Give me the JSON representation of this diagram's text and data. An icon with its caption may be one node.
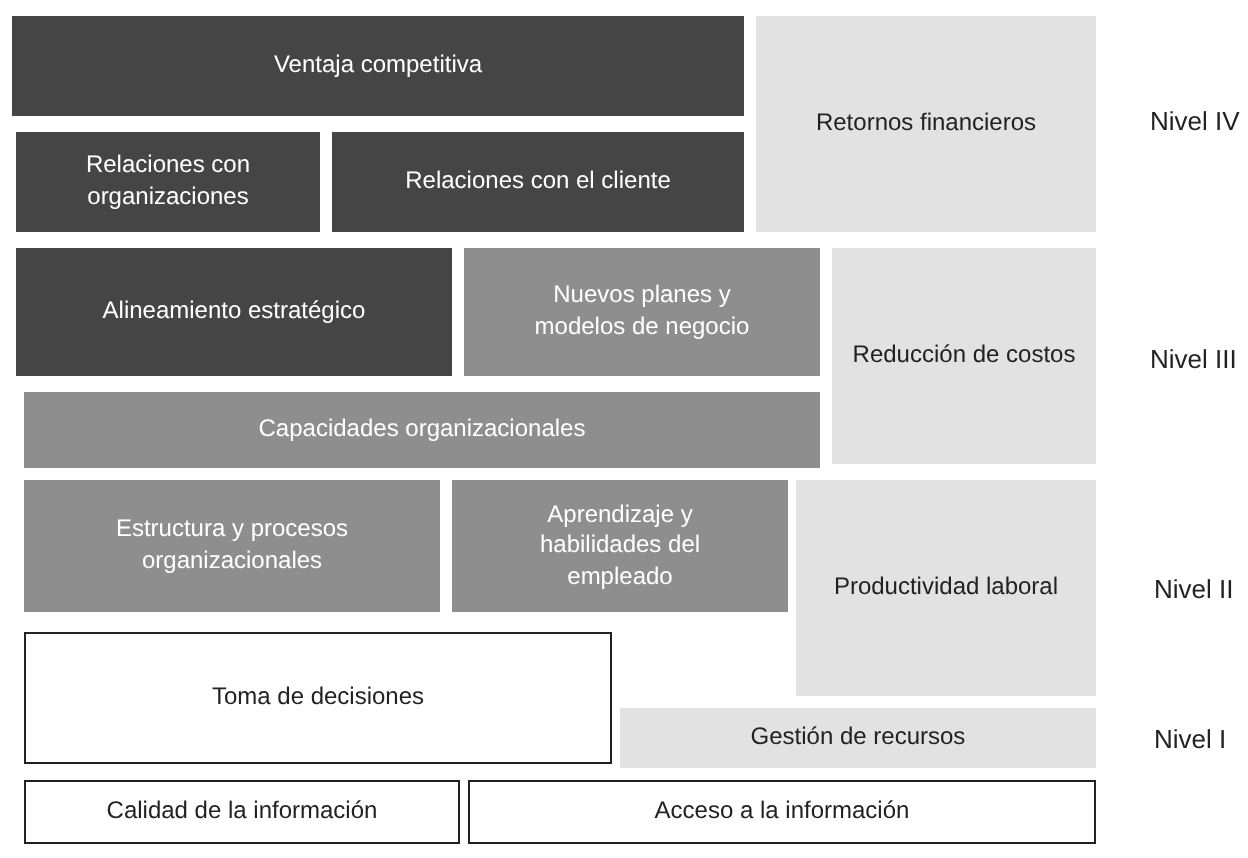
{
  "diagram": {
    "nodes": [
      {
        "text": [
          "Ventaja competitiva"
        ]
      },
      {
        "text": [
          "Retornos financieros"
        ]
      },
      {
        "text": [
          "Relaciones con organizaciones"
        ]
      },
      {
        "text": [
          "Relaciones con el cliente"
        ]
      },
      {
        "text": [
          "Alineamiento estratégico"
        ]
      },
      {
        "text": [
          "Nuevos planes y modelos de negocio"
        ]
      },
      {
        "text": [
          "Reducción de costos"
        ]
      },
      {
        "text": [
          "Capacidades organizacionales"
        ]
      },
      {
        "text": [
          "Estructura y procesos organizacionales"
        ]
      },
      {
        "text": [
          "Aprendizaje y habilidades del empleado"
        ]
      },
      {
        "text": [
          "Productividad laboral"
        ]
      },
      {
        "text": [
          "Toma de decisiones"
        ]
      },
      {
        "text": [
          "Gestión de recursos"
        ]
      },
      {
        "text": [
          "Calidad de la información"
        ]
      },
      {
        "text": [
          "Acceso a la información"
        ]
      }
    ],
    "labels": [
      "Nivel IV",
      "Nivel III",
      "Nivel II",
      "Nivel I"
    ]
  }
}
